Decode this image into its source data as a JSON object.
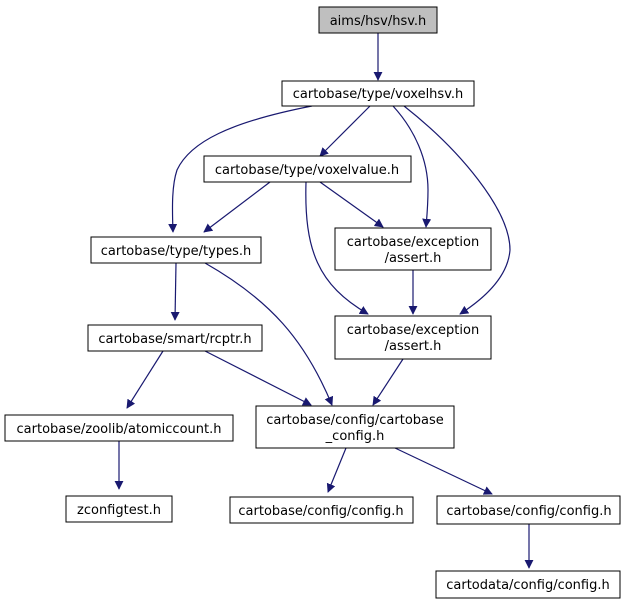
{
  "nodes": {
    "hsv": [
      "aims/hsv/hsv.h"
    ],
    "voxelhsv": [
      "cartobase/type/voxelhsv.h"
    ],
    "voxelvalue": [
      "cartobase/type/voxelvalue.h"
    ],
    "types": [
      "cartobase/type/types.h"
    ],
    "assert1": [
      "cartobase/exception",
      "/assert.h"
    ],
    "assert2": [
      "cartobase/exception",
      "/assert.h"
    ],
    "rcptr": [
      "cartobase/smart/rcptr.h"
    ],
    "atomiccount": [
      "cartobase/zoolib/atomiccount.h"
    ],
    "cbconfig": [
      "cartobase/config/cartobase",
      "_config.h"
    ],
    "zconfigtest": [
      "zconfigtest.h"
    ],
    "config1": [
      "cartobase/config/config.h"
    ],
    "config2": [
      "cartobase/config/config.h"
    ],
    "cdconfig": [
      "cartodata/config/config.h"
    ]
  },
  "colors": {
    "edge": "#191970",
    "root_fill": "#bfbfbf",
    "node_fill": "#ffffff",
    "border": "#000000"
  }
}
